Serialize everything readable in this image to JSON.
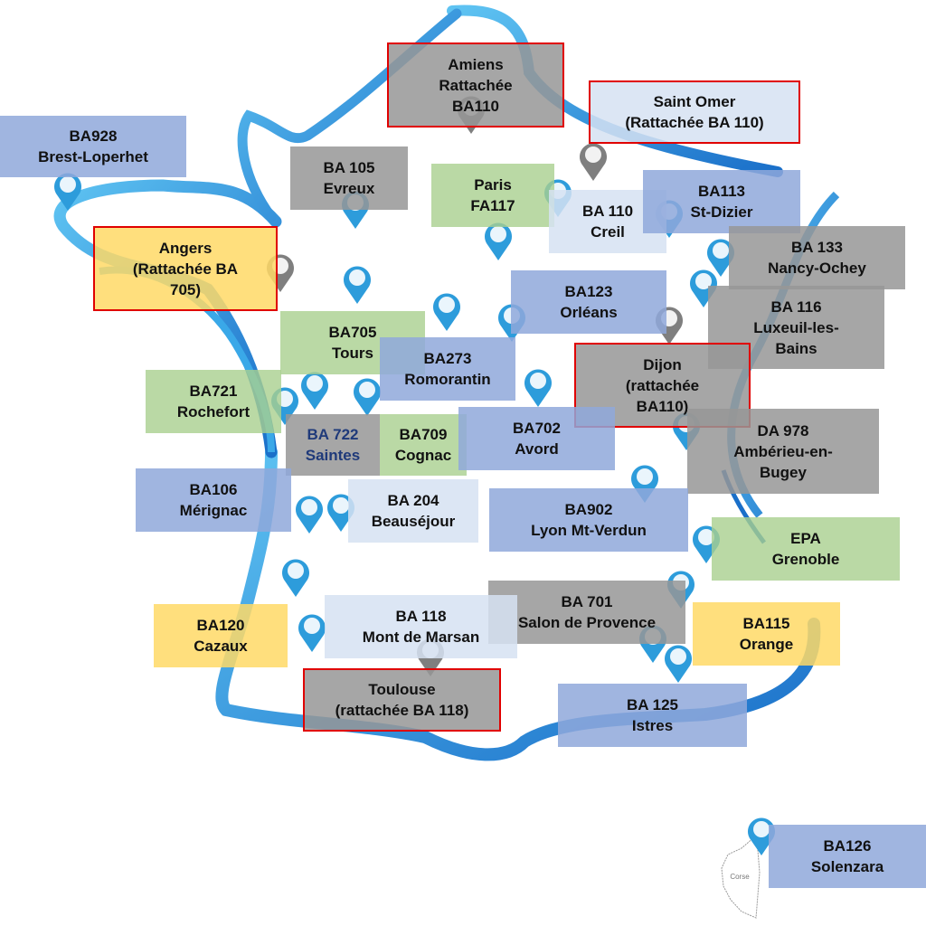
{
  "colors": {
    "outline": "#29a3e6",
    "pin_blue": "#2d9cdb",
    "pin_gray": "#7f7f7f",
    "attached_border": "#e00000"
  },
  "corse_label": "Corse",
  "bases": [
    {
      "lines": [
        "BA928",
        "Brest-Loperhet"
      ]
    },
    {
      "lines": [
        "Amiens",
        "Rattachée",
        "BA110"
      ]
    },
    {
      "lines": [
        "Saint Omer",
        "(Rattachée BA 110)"
      ]
    },
    {
      "lines": [
        "BA 105",
        "Evreux"
      ]
    },
    {
      "lines": [
        "Paris",
        "FA117"
      ]
    },
    {
      "lines": [
        "BA 110",
        "Creil"
      ]
    },
    {
      "lines": [
        "BA113",
        "St-Dizier"
      ]
    },
    {
      "lines": [
        "BA 133",
        "Nancy-Ochey"
      ]
    },
    {
      "lines": [
        "Angers",
        "(Rattachée BA",
        "705)"
      ]
    },
    {
      "lines": [
        "BA123",
        "Orléans"
      ]
    },
    {
      "lines": [
        "BA 116",
        "Luxeuil-les-",
        "Bains"
      ]
    },
    {
      "lines": [
        "BA705",
        "Tours"
      ]
    },
    {
      "lines": [
        "BA273",
        "Romorantin"
      ]
    },
    {
      "lines": [
        "Dijon",
        "(rattachée",
        "BA110)"
      ]
    },
    {
      "lines": [
        "BA721",
        "Rochefort"
      ]
    },
    {
      "lines": [
        "BA 722",
        "Saintes"
      ]
    },
    {
      "lines": [
        "BA709",
        "Cognac"
      ]
    },
    {
      "lines": [
        "BA702",
        "Avord"
      ]
    },
    {
      "lines": [
        "DA 978",
        "Ambérieu-en-",
        "Bugey"
      ]
    },
    {
      "lines": [
        "BA106",
        "Mérignac"
      ]
    },
    {
      "lines": [
        "BA 204",
        "Beauséjour"
      ]
    },
    {
      "lines": [
        "BA902",
        "Lyon Mt-Verdun"
      ]
    },
    {
      "lines": [
        "EPA",
        "Grenoble"
      ]
    },
    {
      "lines": [
        "BA 701",
        "Salon de Provence"
      ]
    },
    {
      "lines": [
        "BA 118",
        "Mont de Marsan"
      ]
    },
    {
      "lines": [
        "BA120",
        "Cazaux"
      ]
    },
    {
      "lines": [
        "BA115",
        "Orange"
      ]
    },
    {
      "lines": [
        "Toulouse",
        "(rattachée BA 118)"
      ]
    },
    {
      "lines": [
        "BA 125",
        "Istres"
      ]
    },
    {
      "lines": [
        "BA126",
        "Solenzara"
      ]
    }
  ]
}
